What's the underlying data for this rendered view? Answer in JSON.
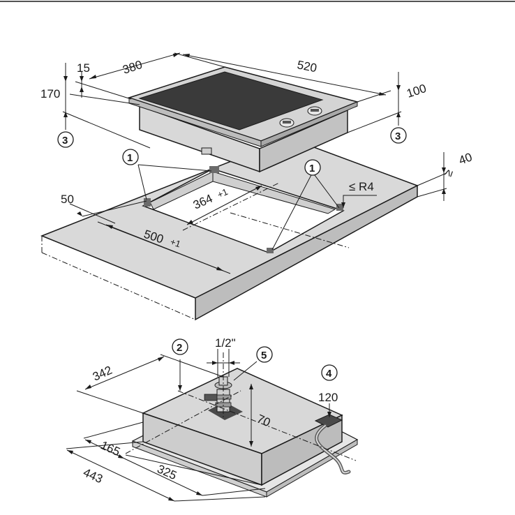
{
  "dimensions": {
    "top_gap": "15",
    "hob_depth": "380",
    "hob_width": "520",
    "clearance_left": "170",
    "clearance_right": "100",
    "counter_thickness": "40",
    "front_margin": "50",
    "cutout_depth": "364",
    "cutout_depth_tol": "+1",
    "cutout_width": "500",
    "cutout_width_tol": "+1",
    "corner_radius": "≤ R4",
    "gas_thread": "1/2\"",
    "gas_offset": "342",
    "connection_height": "70",
    "cable_length": "120",
    "dim_165": "165",
    "dim_325": "325",
    "dim_443": "443"
  },
  "callouts": {
    "c1": "1",
    "c2": "2",
    "c3": "3",
    "c4": "4",
    "c5": "5"
  },
  "colors": {
    "panel": "#d8d8d8",
    "dark": "#3a3a3a",
    "counter_top": "#d9d9d9",
    "counter_edge": "#bdbdbd"
  }
}
